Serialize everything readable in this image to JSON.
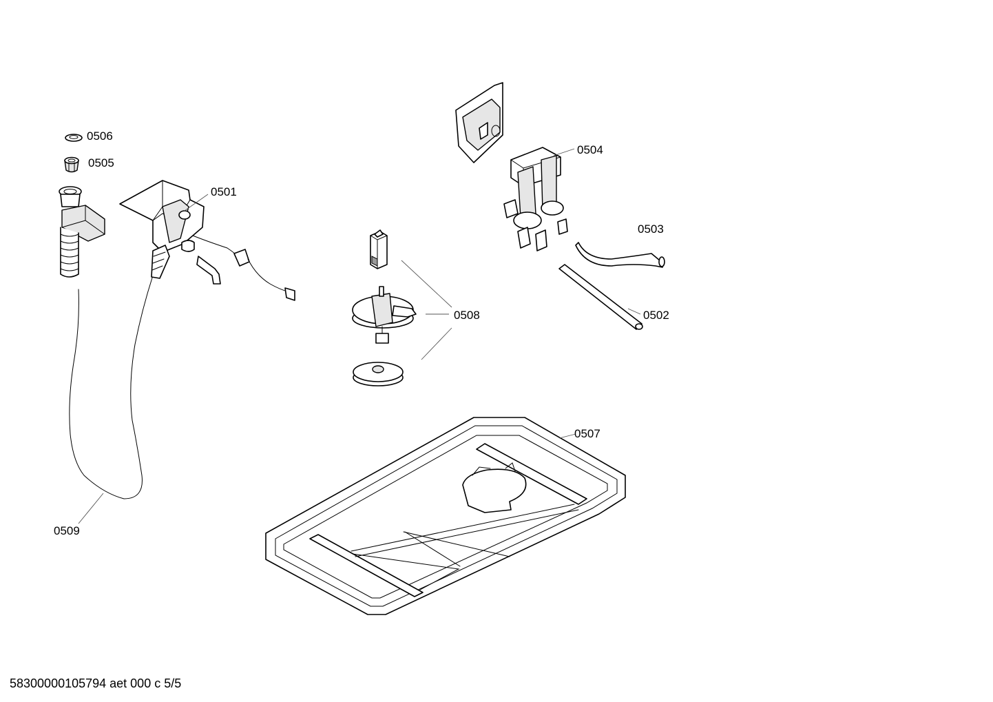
{
  "parts": {
    "p0501": "0501",
    "p0502": "0502",
    "p0503": "0503",
    "p0504": "0504",
    "p0505": "0505",
    "p0506": "0506",
    "p0507": "0507",
    "p0508": "0508",
    "p0509": "0509"
  },
  "footer": {
    "doc_id": "58300000105794 aet 000 c 5/5"
  }
}
